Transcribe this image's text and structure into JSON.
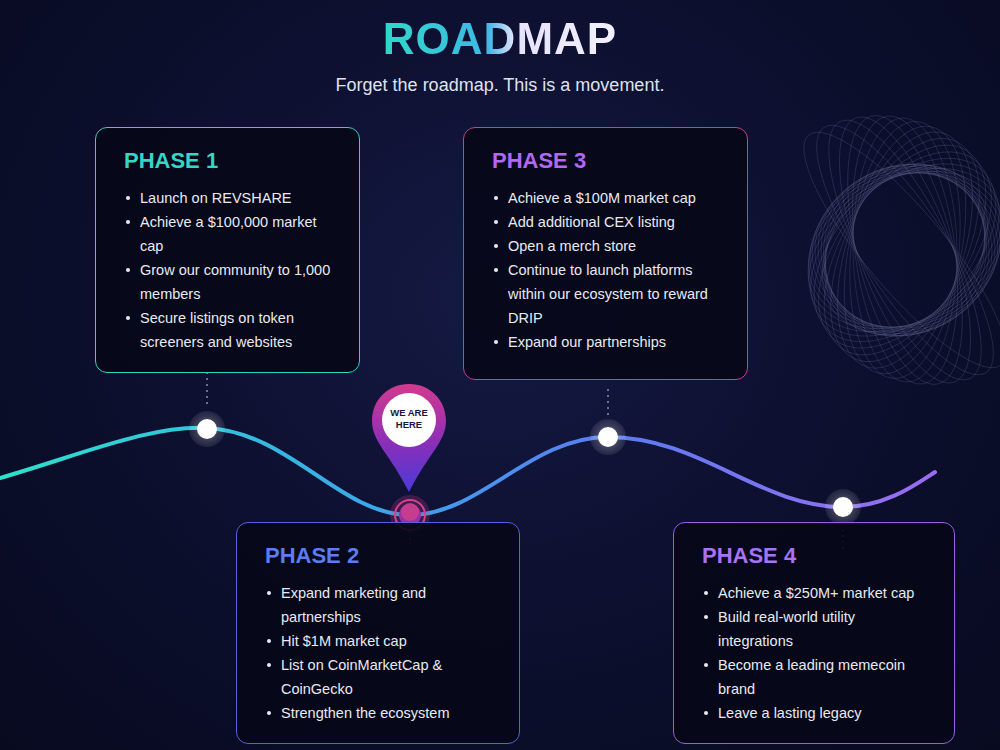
{
  "diagram": {
    "title": "ROADMAP",
    "caption": "Forget the roadmap. This is a movement.",
    "nodes": [
      {
        "text": [
          "PHASE 1",
          "Launch on REVSHARE",
          "Achieve a $100,000 market cap",
          "Grow our community to 1,000 members",
          "Secure listings on token screeners and websites"
        ]
      },
      {
        "text": [
          "PHASE 2",
          "Expand marketing and partnerships",
          "Hit $1M market cap",
          "List on CoinMarketCap & CoinGecko",
          "Strengthen the ecosystem"
        ]
      },
      {
        "text": [
          "PHASE 3",
          "Achieve a $100M market cap",
          "Add additional CEX listing",
          "Open a merch store",
          "Continue to launch platforms within our ecosystem to reward DRIP",
          "Expand our partnerships"
        ]
      },
      {
        "text": [
          "PHASE 4",
          "Achieve a $250M+ market cap",
          "Build real-world utility integrations",
          "Become a leading memecoin brand",
          "Leave a lasting legacy"
        ]
      },
      {
        "text": [
          "WE ARE HERE"
        ]
      }
    ]
  }
}
